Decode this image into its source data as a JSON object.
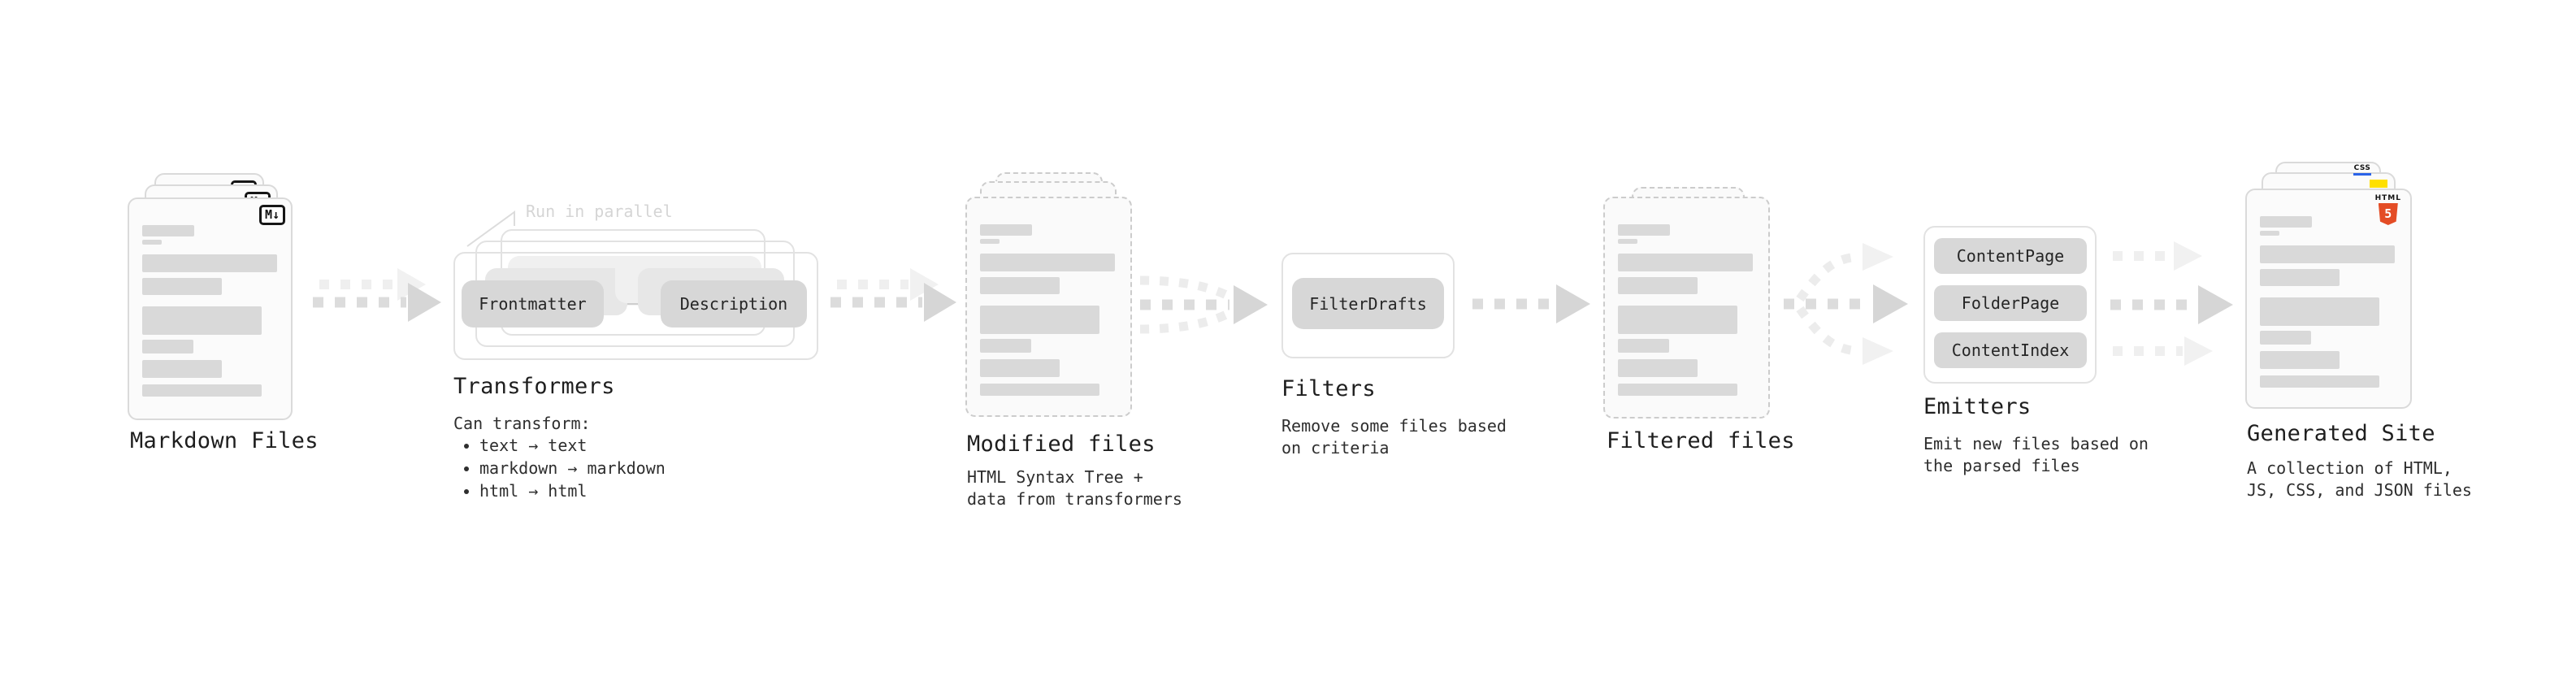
{
  "stages": {
    "markdown": {
      "label": "Markdown Files",
      "badge": "M↓"
    },
    "transformers": {
      "heading": "Transformers",
      "note": "Run in parallel",
      "pill_left": "Frontmatter",
      "pill_right": "Description",
      "desc_title": "Can transform:",
      "bullets": [
        "text → text",
        "markdown → markdown",
        "html → html"
      ]
    },
    "modified": {
      "heading": "Modified files",
      "desc": [
        "HTML Syntax Tree +",
        "data from transformers"
      ]
    },
    "filters": {
      "heading": "Filters",
      "pill": "FilterDrafts",
      "desc": [
        "Remove some files based",
        "on criteria"
      ]
    },
    "filtered": {
      "heading": "Filtered files"
    },
    "emitters": {
      "heading": "Emitters",
      "pills": [
        "ContentPage",
        "FolderPage",
        "ContentIndex"
      ],
      "desc": [
        "Emit new files based on",
        "the parsed files"
      ]
    },
    "generated": {
      "heading": "Generated Site",
      "desc": [
        "A collection of HTML,",
        "JS, CSS, and JSON files"
      ],
      "badge_css": "CSS",
      "badge_html": "HTML",
      "badge_html5": "5"
    }
  },
  "colors": {
    "html5_orange": "#e44d26",
    "js_yellow": "#ffe000",
    "css_blue": "#2b63e8"
  }
}
